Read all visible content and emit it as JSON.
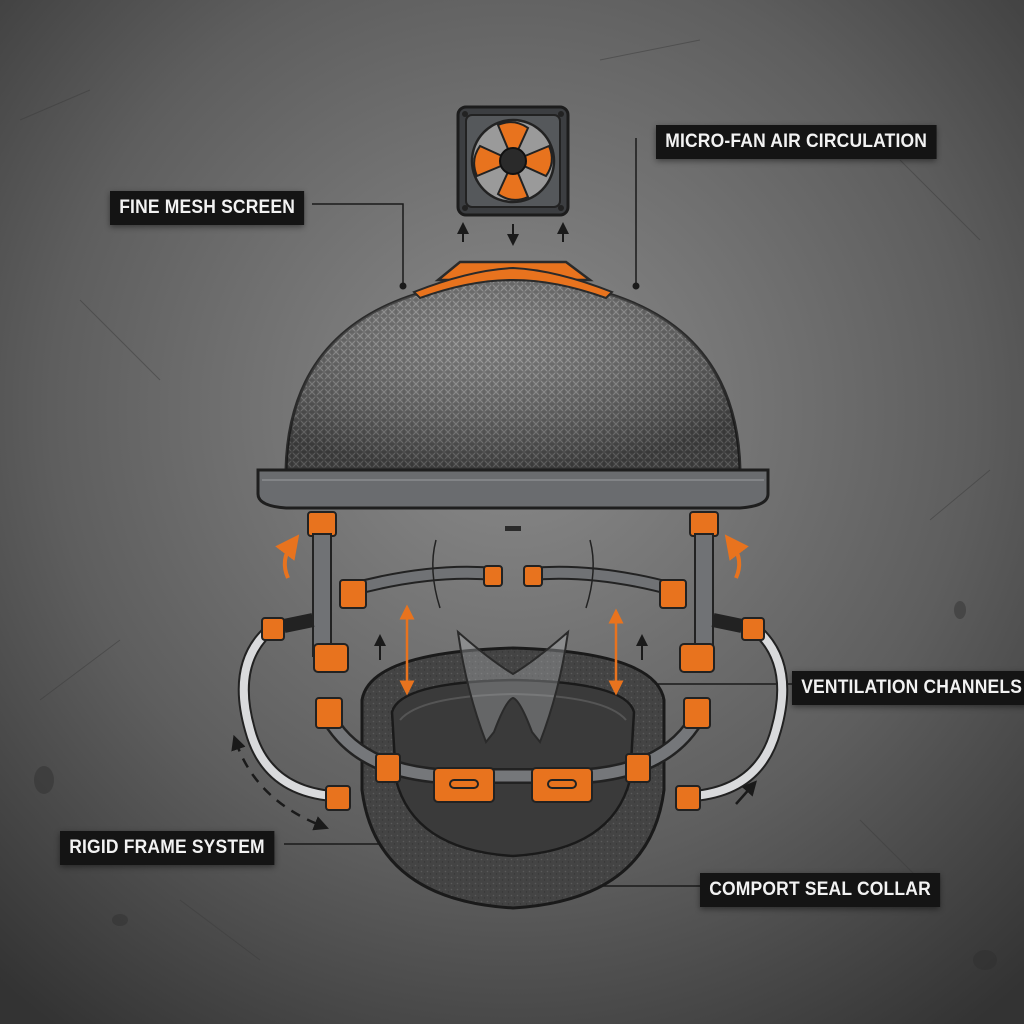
{
  "labels": {
    "fine_mesh_screen": "FINE MESH SCREEN",
    "micro_fan_air_circulation": "MICRO-FAN AIR CIRCULATION",
    "ventilation_channels": "VENTILATION CHANNELS",
    "rigid_frame_system": "RIGID FRAME SYSTEM",
    "comport_seal_collar": "COMPORT SEAL COLLAR"
  },
  "colors": {
    "accent_orange": "#e8731e",
    "frame_gray": "#5d5f62",
    "mesh_gray": "#6b6b6b",
    "label_bg": "#141414",
    "label_text": "#f2f2f2",
    "background": "#5a5a5a"
  }
}
